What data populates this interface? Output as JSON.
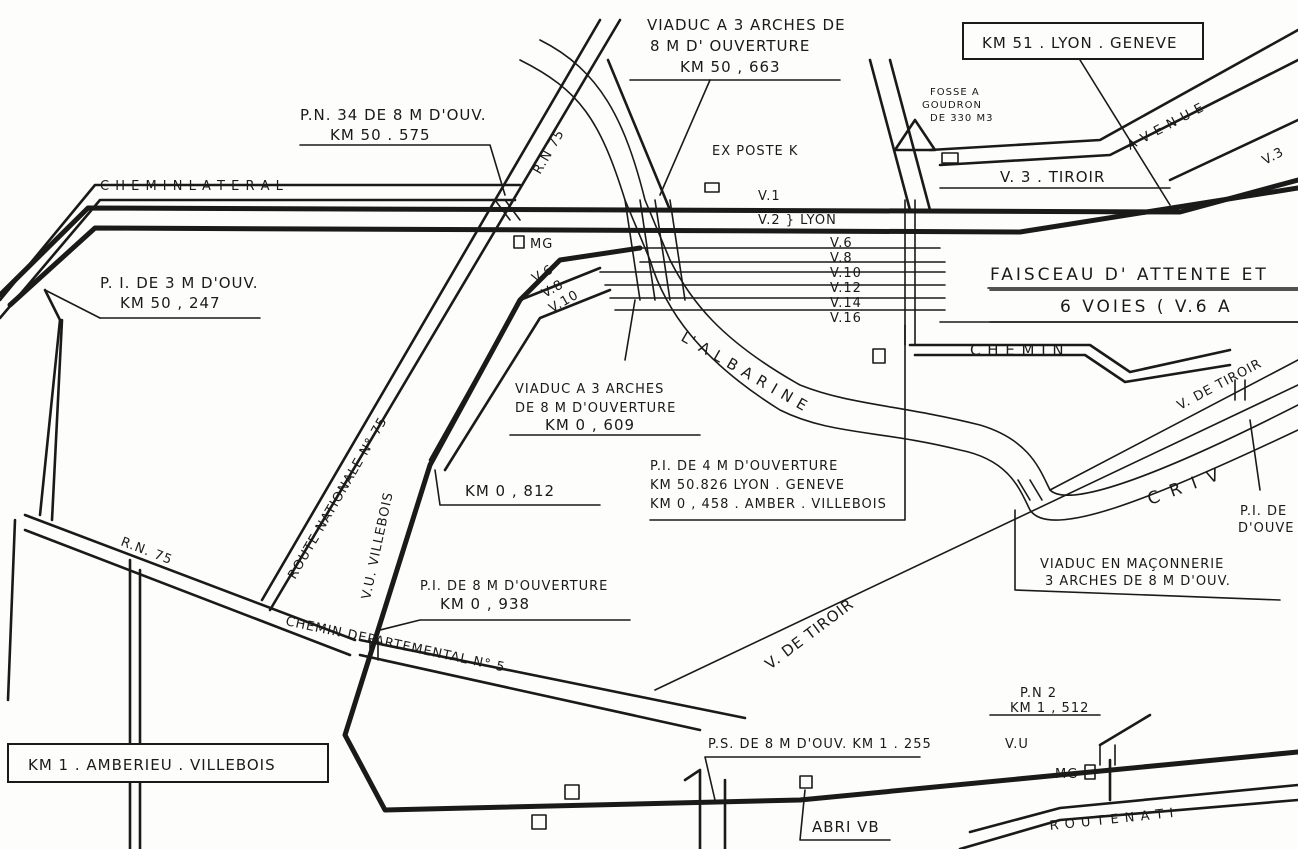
{
  "labels": {
    "km51": "KM 51 . LYON . GENEVE",
    "km1": "KM 1 . AMBERIEU . VILLEBOIS",
    "viaduc_top_1": "VIADUC A 3 ARCHES DE",
    "viaduc_top_2": "8 M D' OUVERTURE",
    "viaduc_top_3": "KM 50 , 663",
    "pn34_1": "P.N. 34 DE 8 M D'OUV.",
    "pn34_2": "KM 50 . 575",
    "fosse_1": "FOSSE A",
    "fosse_2": "GOUDRON",
    "fosse_3": "DE 330 M3",
    "ex_poste": "EX POSTE K",
    "v3_tiroir": "V. 3 . TIROIR",
    "v1": "V.1",
    "v2_lyon": "V.2 } LYON",
    "pi_3m_1": "P. I. DE 3 M D'OUV.",
    "pi_3m_2": "KM 50 , 247",
    "mg_top": "MG",
    "mg_bottom": "MG",
    "chemin_lateral": "C H E M I N   L A T E R A L",
    "rn75_top": "R.N 75",
    "rn75_left": "R.N. 75",
    "route_nationale": "ROUTE NATIONALE N° 75",
    "avenue": "A V E N U E",
    "v3_right": "V.3",
    "faisceau_1": "FAISCEAU D' ATTENTE ET",
    "faisceau_2": "6 VOIES ( V.6 A",
    "v6": "V.6",
    "v8": "V.8",
    "v10": "V.10",
    "v12": "V.12",
    "v14": "V.14",
    "v16": "V.16",
    "v6_curve": "V.6",
    "v8_curve": "V.8",
    "v10_curve": "V.10",
    "chemin_right": "C H E M I N",
    "v_de_tiroir_right": "V. DE TIROIR",
    "albarine": "L' A L B A R I N E",
    "criv": "C R I V",
    "pi_de_right_1": "P.I. DE",
    "pi_de_right_2": "D'OUVE",
    "viaduc_mid_1": "VIADUC A 3 ARCHES",
    "viaduc_mid_2": "DE 8 M D'OUVERTURE",
    "viaduc_mid_3": "KM 0 , 609",
    "pi_4m_1": "P.I. DE 4 M D'OUVERTURE",
    "pi_4m_2": "KM 50.826 LYON . GENEVE",
    "pi_4m_3": "KM 0 , 458 . AMBER . VILLEBOIS",
    "km_0812": "KM 0 , 812",
    "viaduc_maconnerie_1": "VIADUC EN MAÇONNERIE",
    "viaduc_maconnerie_2": "3 ARCHES DE 8 M D'OUV.",
    "vu_villebois": "V.U. VILLEBOIS",
    "v_de_tiroir": "V. DE TIROIR",
    "pi_8m_1": "P.I. DE 8 M D'OUVERTURE",
    "pi_8m_2": "KM 0 , 938",
    "chemin_dep": "CHEMIN DEPARTEMENTAL N° 5",
    "pn2_1": "P.N 2",
    "pn2_2": "KM 1 , 512",
    "vu_bottom": "V.U",
    "ps_8m": "P.S. DE 8 M D'OUV. KM 1 . 255",
    "abri_vb": "ABRI VB",
    "route_nat_bottom": "R O U T E   N A T I"
  },
  "colors": {
    "ink": "#1a1a1a",
    "paper": "#fdfdfb"
  }
}
